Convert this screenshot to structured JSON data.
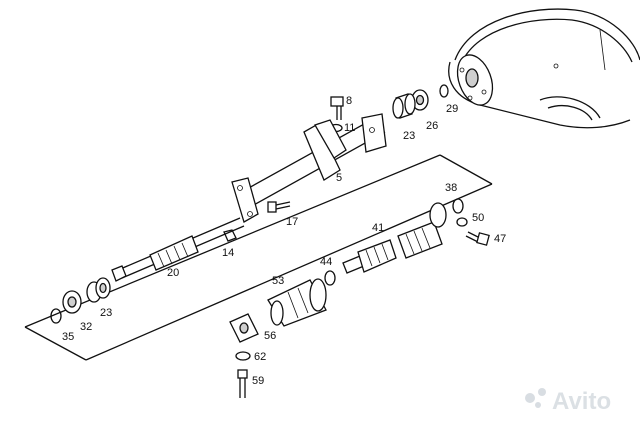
{
  "callouts": [
    {
      "id": "8",
      "label": "8"
    },
    {
      "id": "11",
      "label": "11"
    },
    {
      "id": "23a",
      "label": "23"
    },
    {
      "id": "26",
      "label": "26"
    },
    {
      "id": "29",
      "label": "29"
    },
    {
      "id": "5",
      "label": "5"
    },
    {
      "id": "17",
      "label": "17"
    },
    {
      "id": "14",
      "label": "14"
    },
    {
      "id": "20",
      "label": "20"
    },
    {
      "id": "23b",
      "label": "23"
    },
    {
      "id": "32",
      "label": "32"
    },
    {
      "id": "35",
      "label": "35"
    },
    {
      "id": "38",
      "label": "38"
    },
    {
      "id": "50",
      "label": "50"
    },
    {
      "id": "47",
      "label": "47"
    },
    {
      "id": "41",
      "label": "41"
    },
    {
      "id": "44",
      "label": "44"
    },
    {
      "id": "53",
      "label": "53"
    },
    {
      "id": "56",
      "label": "56"
    },
    {
      "id": "62",
      "label": "62"
    },
    {
      "id": "59",
      "label": "59"
    }
  ],
  "watermark": {
    "text": "Avito"
  }
}
